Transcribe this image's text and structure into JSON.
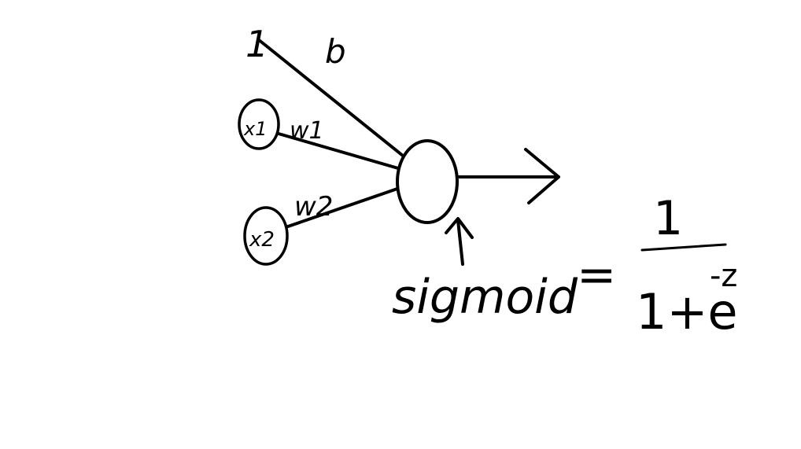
{
  "diagram": {
    "bias_input": "1",
    "bias_weight": "b",
    "inputs": [
      {
        "label": "x1",
        "weight": "w1"
      },
      {
        "label": "x2",
        "weight": "w2"
      }
    ],
    "activation": {
      "name": "sigmoid",
      "equals": "=",
      "numerator": "1",
      "denominator": "1+e",
      "exponent": "-z"
    },
    "colors": {
      "ink": "#000000",
      "background": "#ffffff"
    }
  }
}
